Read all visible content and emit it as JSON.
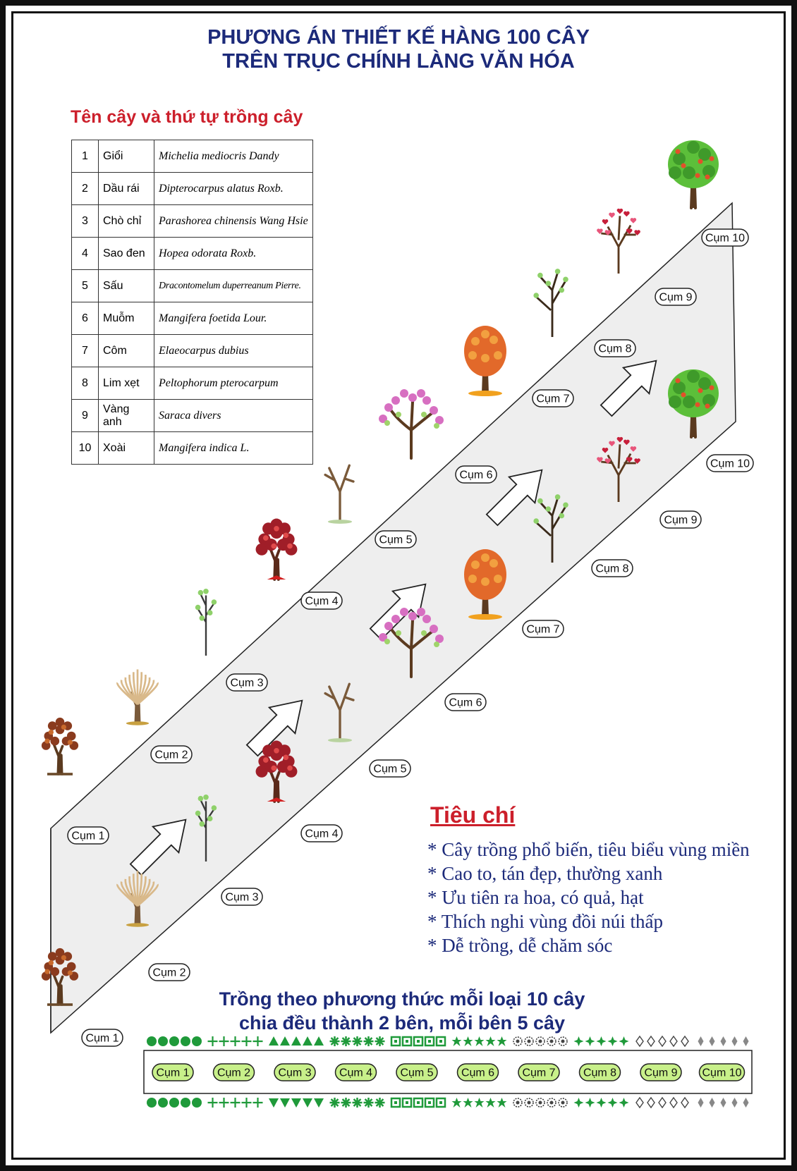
{
  "title": {
    "line1": "PHƯƠNG ÁN THIẾT KẾ HÀNG 100 CÂY",
    "line2": "TRÊN TRỤC CHÍNH LÀNG VĂN HÓA"
  },
  "table": {
    "heading": "Tên cây và thứ tự trồng cây",
    "rows": [
      {
        "no": "1",
        "name": "Giổi",
        "sci": "Michelia mediocris Dandy"
      },
      {
        "no": "2",
        "name": "Dầu rái",
        "sci": "Dipterocarpus alatus Roxb."
      },
      {
        "no": "3",
        "name": "Chò chỉ",
        "sci": "Parashorea chinensis Wang Hsie"
      },
      {
        "no": "4",
        "name": "Sao đen",
        "sci": "Hopea odorata Roxb."
      },
      {
        "no": "5",
        "name": "Sấu",
        "sci": "Dracontomelum duperreanum Pierre."
      },
      {
        "no": "6",
        "name": "Muỗm",
        "sci": "Mangifera foetida Lour."
      },
      {
        "no": "7",
        "name": "Côm",
        "sci": "Elaeocarpus dubius"
      },
      {
        "no": "8",
        "name": "Lim xẹt",
        "sci": "Peltophorum pterocarpum"
      },
      {
        "no": "9",
        "name": "Vàng anh",
        "sci": "Saraca divers"
      },
      {
        "no": "10",
        "name": "Xoài",
        "sci": "Mangifera indica L."
      }
    ]
  },
  "clusters": [
    "Cụm 1",
    "Cụm 2",
    "Cụm 3",
    "Cụm 4",
    "Cụm 5",
    "Cụm 6",
    "Cụm 7",
    "Cụm 8",
    "Cụm 9",
    "Cụm 10"
  ],
  "criteria": {
    "title": "Tiêu chí",
    "items": [
      "* Cây trồng phổ biến, tiêu biểu vùng miền",
      "* Cao to, tán đẹp, thường xanh",
      "* Ưu tiên ra hoa, có quả, hạt",
      "* Thích nghi vùng đồi núi thấp",
      "* Dễ trồng, dễ chăm sóc"
    ]
  },
  "method": {
    "line1": "Trồng theo phương thức mỗi loại 10 cây",
    "line2": "chia đều thành 2 bên, mỗi bên 5 cây"
  },
  "colors": {
    "title": "#1c2a7a",
    "heading": "#cc1f2b",
    "road": "#eeeeee",
    "symbol": "#1f9a3a",
    "label_fill": "#c8f08a"
  },
  "tree_icons": [
    "brown-leaf-tree-icon",
    "white-feather-tree-icon",
    "sapling-tree-icon",
    "red-flower-tree-icon",
    "bare-tree-icon",
    "pink-flower-tree-icon",
    "orange-canopy-tree-icon",
    "sparse-sapling-tree-icon",
    "heart-tree-icon",
    "fruit-tree-icon"
  ]
}
